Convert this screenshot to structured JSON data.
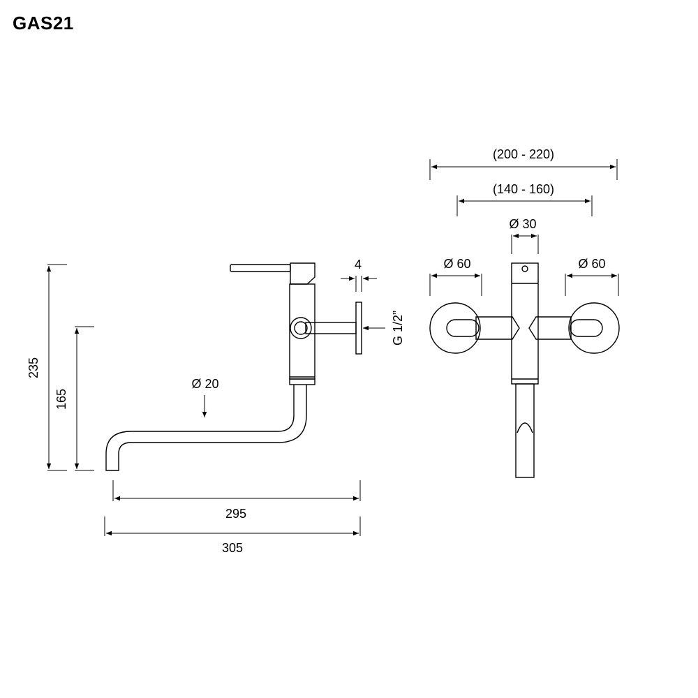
{
  "title": "GAS21",
  "side_view": {
    "height_total": "235",
    "height_spout": "165",
    "spout_diameter": "Ø 20",
    "plate_thickness": "4",
    "thread": "G 1/2”",
    "reach_inner": "295",
    "reach_outer": "305"
  },
  "front_view": {
    "width_outer": "(200 - 220)",
    "width_inner": "(140 - 160)",
    "body_diameter": "Ø 30",
    "left_flange_diameter": "Ø 60",
    "right_flange_diameter": "Ø 60"
  }
}
